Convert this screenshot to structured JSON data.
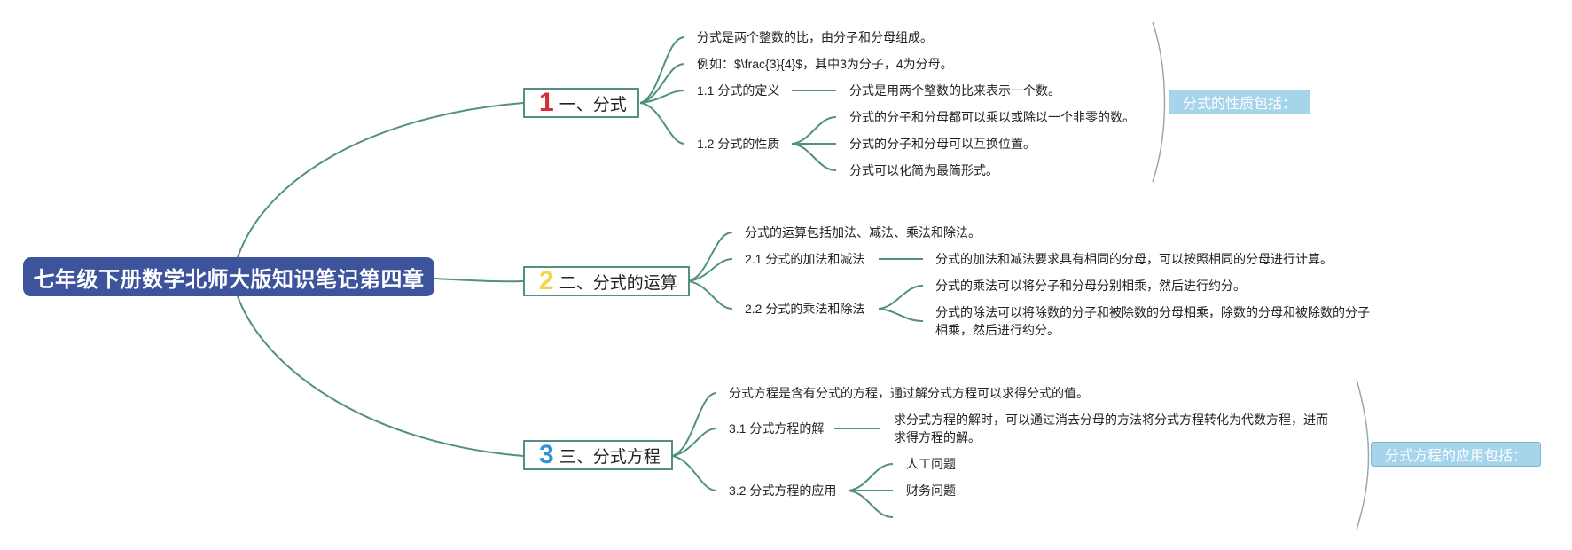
{
  "root": "七年级下册数学北师大版知识笔记第四章",
  "topics": [
    {
      "num": "1",
      "label": "一、分式",
      "num_color": "#d32f3f",
      "intro": "分式是两个整数的比，由分子和分母组成。",
      "example": "例如：$\\frac{3}{4}$，其中3为分子，4为分母。",
      "sub1": {
        "label": "1.1 分式的定义",
        "items": [
          "分式是用两个整数的比来表示一个数。"
        ]
      },
      "sub2": {
        "label": "1.2 分式的性质",
        "items": [
          "分式的分子和分母都可以乘以或除以一个非零的数。",
          "分式的分子和分母可以互换位置。",
          "分式可以化简为最简形式。"
        ]
      },
      "summary": "分式的性质包括："
    },
    {
      "num": "2",
      "label": "二、分式的运算",
      "num_color": "#f2d54a",
      "intro": "分式的运算包括加法、减法、乘法和除法。",
      "sub1": {
        "label": "2.1 分式的加法和减法",
        "items": [
          "分式的加法和减法要求具有相同的分母，可以按照相同的分母进行计算。"
        ]
      },
      "sub2": {
        "label": "2.2 分式的乘法和除法",
        "items": [
          "分式的乘法可以将分子和分母分别相乘，然后进行约分。",
          "分式的除法可以将除数的分子和被除数的分母相乘，除数的分母和被除数的分子",
          "相乘，然后进行约分。"
        ]
      }
    },
    {
      "num": "3",
      "label": "三、分式方程",
      "num_color": "#2b95d6",
      "intro": "分式方程是含有分式的方程，通过解分式方程可以求得分式的值。",
      "sub1": {
        "label": "3.1 分式方程的解",
        "items": [
          "求分式方程的解时，可以通过消去分母的方法将分式方程转化为代数方程，进而",
          "求得方程的解。"
        ]
      },
      "sub2": {
        "label": "3.2 分式方程的应用",
        "items": [
          "人工问题",
          "财务问题"
        ]
      },
      "summary": "分式方程的应用包括："
    }
  ],
  "colors": {
    "root_bg": "#3d539c",
    "line": "#52917f",
    "summary_bg": "#a6d4ea",
    "summary_line": "#9aa6b2"
  }
}
